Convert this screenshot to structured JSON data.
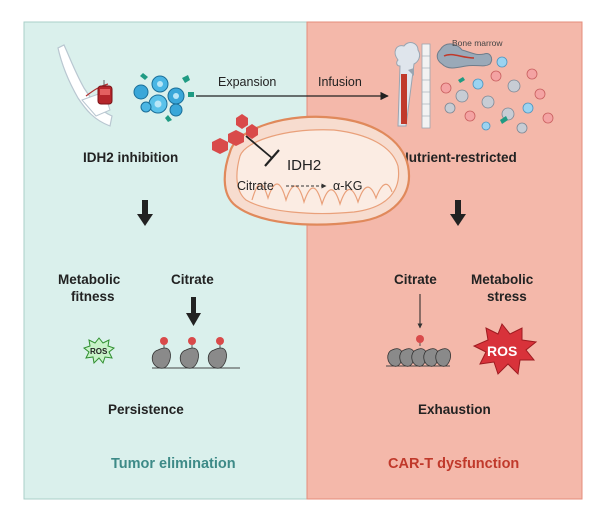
{
  "left_panel": {
    "color": "#daf0ec",
    "top_label": "IDH2 inhibition",
    "metabolic_label_1": "Metabolic",
    "metabolic_label_2": "fitness",
    "citrate_label": "Citrate",
    "ros_label": "ROS",
    "outcome": "Persistence",
    "footer": "Tumor elimination",
    "footer_color": "#3d8a87"
  },
  "right_panel": {
    "color": "#f4b8aa",
    "top_label": "Nutrient-restricted",
    "bone_marrow_label": "Bone marrow",
    "citrate_label": "Citrate",
    "metabolic_label_1": "Metabolic",
    "metabolic_label_2": "stress",
    "ros_label": "ROS",
    "outcome": "Exhaustion",
    "footer": "CAR-T dysfunction",
    "footer_color": "#c0392b"
  },
  "flow": {
    "expansion_label": "Expansion",
    "infusion_label": "Infusion"
  },
  "mitochondrion": {
    "enzyme_label": "IDH2",
    "substrate_label": "Citrate",
    "product_label": "α-KG"
  },
  "colors": {
    "inhibitor_red": "#d94a4a",
    "mito_fill": "#f7dccf",
    "mito_stroke": "#e0895b",
    "ros_green": "#7fd67f",
    "ros_red": "#d8323a"
  }
}
